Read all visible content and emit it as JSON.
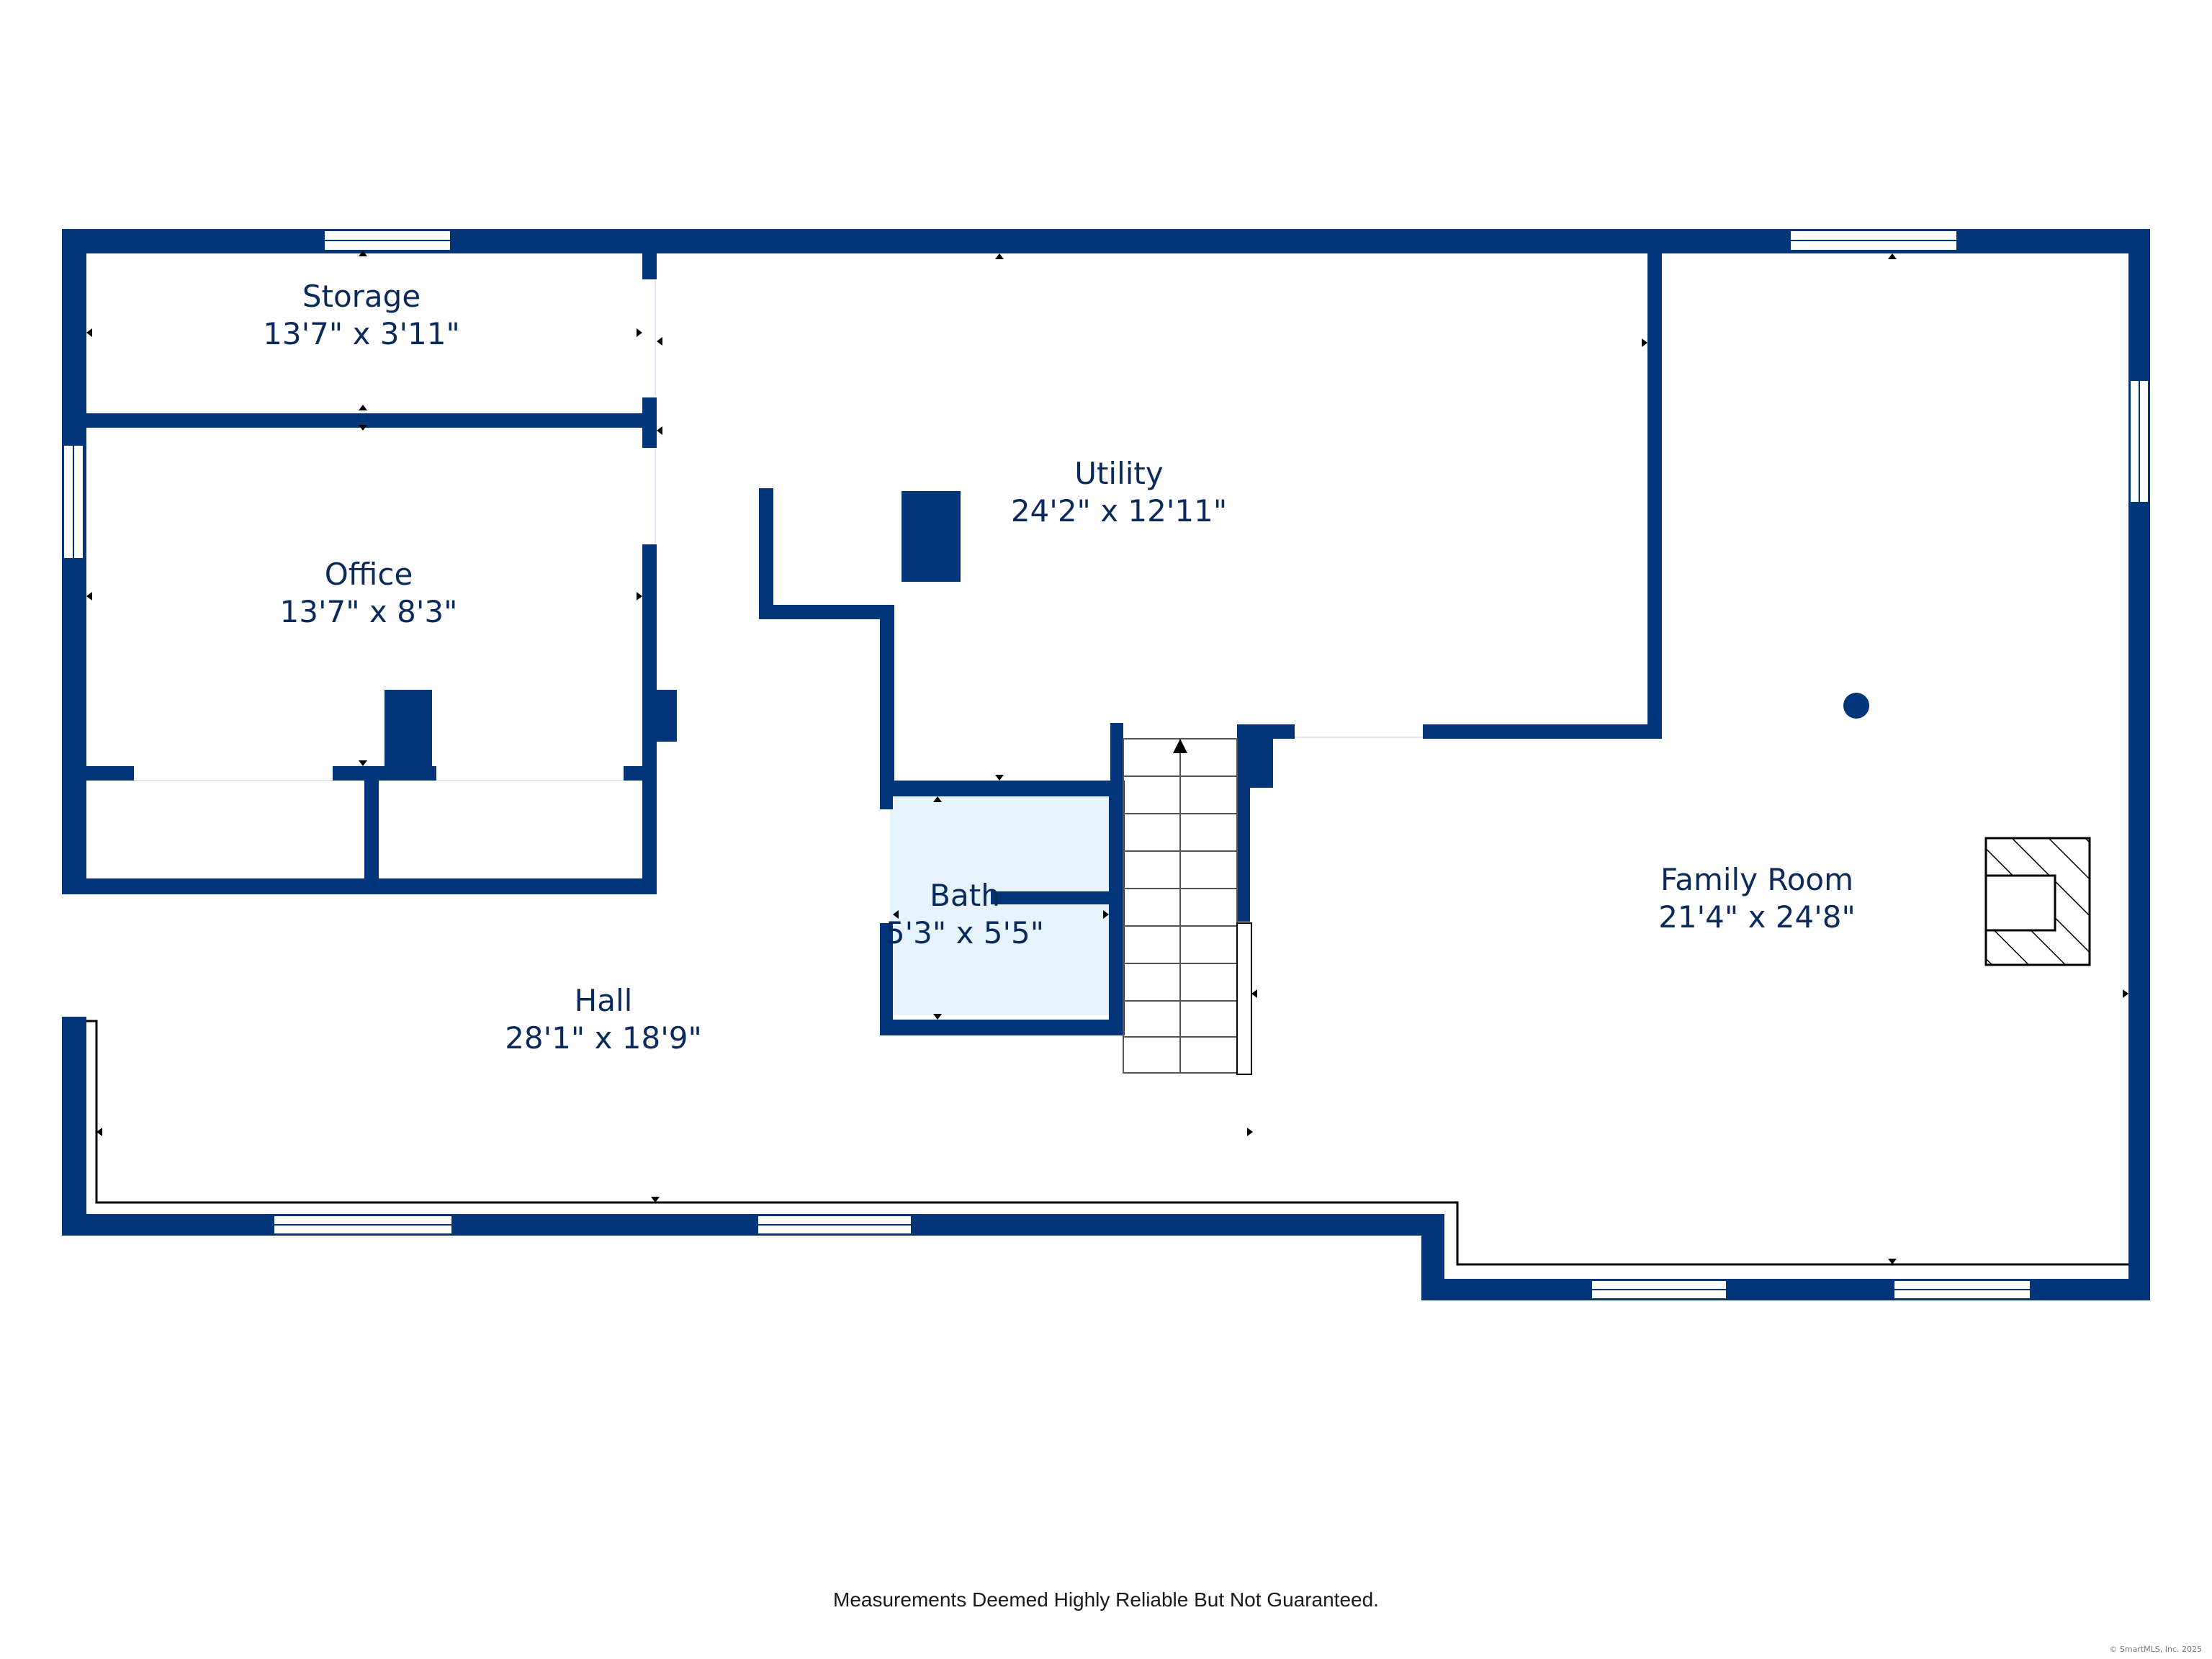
{
  "colors": {
    "wall": "#03357a",
    "bath_fill": "#e6f3fb",
    "background": "#ffffff"
  },
  "rooms": {
    "storage": {
      "name": "Storage",
      "dim": "13'7\" x 3'11\""
    },
    "office": {
      "name": "Office",
      "dim": "13'7\" x 8'3\""
    },
    "utility": {
      "name": "Utility",
      "dim": "24'2\" x 12'11\""
    },
    "bath": {
      "name": "Bath",
      "dim": "5'3\" x 5'5\""
    },
    "hall": {
      "name": "Hall",
      "dim": "28'1\" x 18'9\""
    },
    "family_room": {
      "name": "Family Room",
      "dim": "21'4\" x 24'8\""
    }
  },
  "footer": {
    "disclaimer": "Measurements Deemed Highly Reliable But Not Guaranteed.",
    "copyright": "© SmartMLS, Inc. 2025"
  }
}
